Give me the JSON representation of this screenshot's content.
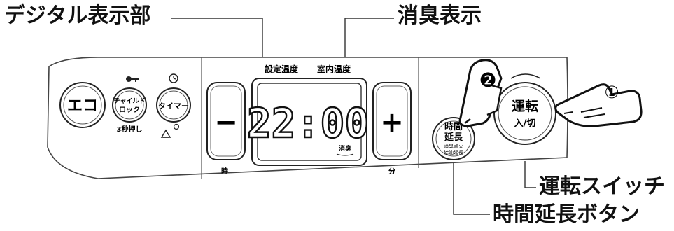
{
  "callouts": {
    "digital_display": "デジタル表示部",
    "deodorize": "消臭表示",
    "run_switch": "運転スイッチ",
    "extend_button": "時間延長ボタン"
  },
  "panel": {
    "eco_button": "エコ",
    "child_lock_line1": "チャイルド",
    "child_lock_line2": "ロック",
    "child_lock_note": "3秒押し",
    "timer_button": "タイマー",
    "minus_button": "−",
    "minus_caption": "時",
    "plus_button": "+",
    "plus_caption": "分",
    "display_header_left": "設定温度",
    "display_header_right": "室内温度",
    "display_time": "22:00",
    "display_deodorize": "消臭",
    "extend_line1": "時間",
    "extend_line2": "延長",
    "extend_sub1": "消臭点火",
    "extend_sub2": "給油延長",
    "run_line1": "運転",
    "run_line2": "入/切"
  },
  "steps": {
    "step1": "①",
    "step2": "❷"
  }
}
